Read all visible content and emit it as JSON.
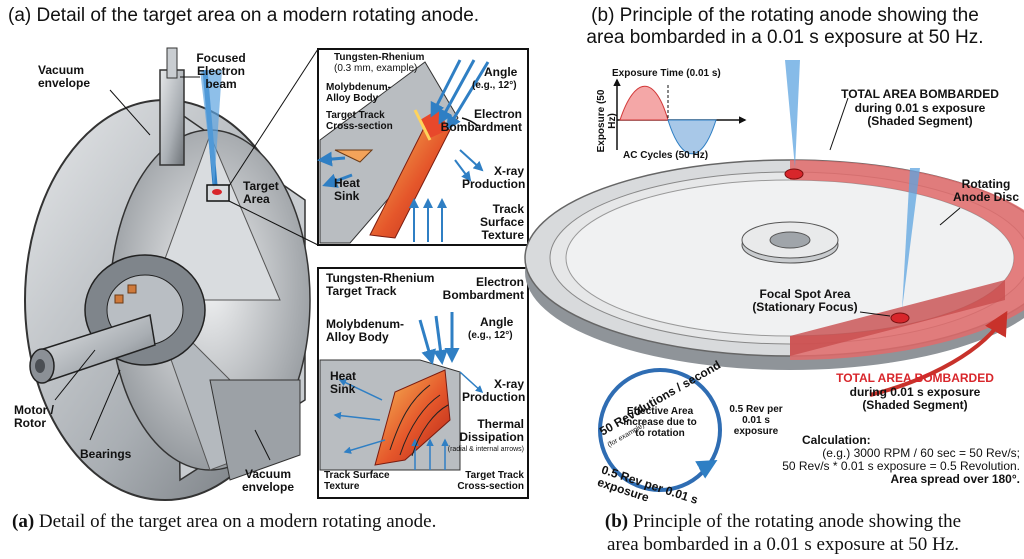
{
  "panel_a": {
    "heading": "(a) Detail of the target area on a modern rotating anode.",
    "labels": {
      "vacuum_envelope_top": "Vacuum envelope",
      "focused_beam": "Focused Electron beam",
      "target_area": "Target Area",
      "motor_rotor": "Motor / Rotor",
      "bearings": "Bearings",
      "vacuum_envelope_bottom": "Vacuum envelope"
    },
    "inset_top": {
      "tungsten": "Tungsten-Rhenium",
      "tungsten_note": "(0.3 mm, example)",
      "moly": "Molybdenum- Alloy Body",
      "track_cross": "Target Track Cross-section",
      "heat_sink": "Heat Sink",
      "angle": "Angle",
      "angle_note": "(e.g., 12°)",
      "electron_bombardment": "Electron Bombardment",
      "xray": "X-ray Production",
      "track_texture": "Track Surface Texture"
    },
    "inset_bottom": {
      "tungsten": "Tungsten-Rhenium Target Track",
      "moly": "Molybdenum- Alloy Body",
      "heat_sink": "Heat Sink",
      "electron_bombardment": "Electron Bombardment",
      "angle": "Angle",
      "angle_note": "(e.g., 12°)",
      "xray": "X-ray Production",
      "thermal": "Thermal Dissipation",
      "thermal_note": "(radial & internal arrows)",
      "track_texture": "Track Surface Texture",
      "track_cross": "Target Track Cross-section"
    },
    "caption_prefix": "(a)",
    "caption": " Detail of the target area on a modern rotating anode."
  },
  "panel_b": {
    "heading_line1": "(b) Principle of the rotating anode showing the",
    "heading_line2": "area bombarded in a 0.01 s exposure at 50 Hz.",
    "wave": {
      "exposure_time": "Exposure Time (0.01 s)",
      "y_label": "Exposure (50 Hz)",
      "x_label": "AC Cycles (50 Hz)"
    },
    "total_area_top": "TOTAL AREA BOMBARDED",
    "total_area_top_sub": "during 0.01 s exposure (Shaded Segment)",
    "rotating_disc": "Rotating Anode Disc",
    "focal_spot": "Focal Spot Area (Stationary Focus)",
    "total_area_bottom": "TOTAL AREA BOMBARDED",
    "total_area_bottom_sub": "during 0.01 s exposure (Shaded Segment)",
    "rev_top": "50 Revolutions / second",
    "rev_top_note": "(for example)",
    "rev_bottom": "0.5 Rev per 0.01 s exposure",
    "effective_area": "Effective Area increase due to to rotation",
    "half_rev": "0.5 Rev per 0.01 s exposure",
    "calc_title": "Calculation:",
    "calc_line1": "(e.g.) 3000 RPM / 60 sec = 50 Rev/s;",
    "calc_line2": "50 Rev/s * 0.01 s exposure = 0.5 Revolution.",
    "calc_line3": "Area spread over 180°.",
    "caption_prefix": "(b)",
    "caption_line1": " Principle of the rotating anode showing the",
    "caption_line2": "area bombarded in a 0.01 s exposure at 50 Hz."
  },
  "colors": {
    "accent_red": "#d8262b",
    "beam_blue": "#2f7fc4",
    "steel": "#9aa0a6"
  }
}
